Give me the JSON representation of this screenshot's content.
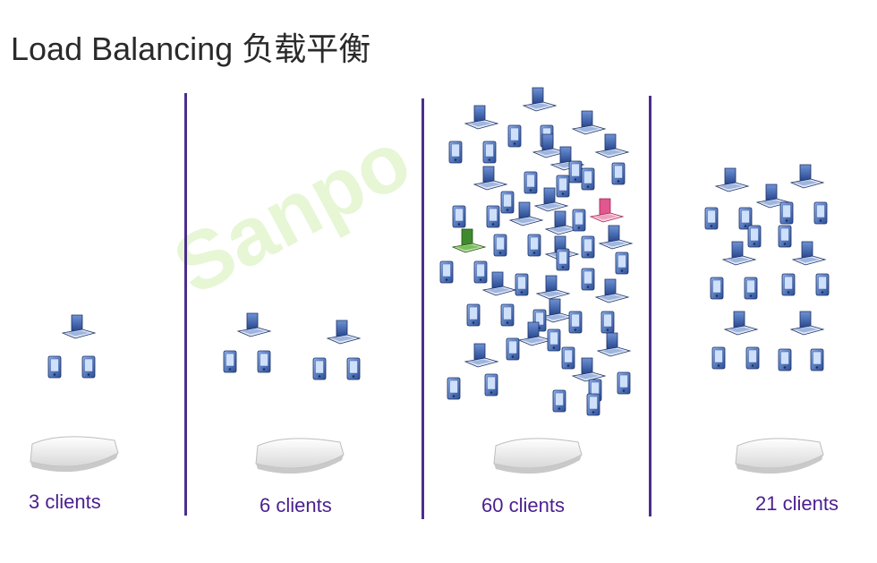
{
  "title": "Load Balancing 负载平衡",
  "watermark": "Sanpo",
  "colors": {
    "divider": "#4b2d8c",
    "label": "#4a1f8f",
    "device_blue": "#2b4f9a",
    "laptop_green": "#3b7a2a",
    "laptop_pink": "#d83a78",
    "ap_body": "#f4f4f4"
  },
  "groups": [
    {
      "label": "3 clients",
      "clients": 3
    },
    {
      "label": "6 clients",
      "clients": 6
    },
    {
      "label": "60 clients",
      "clients": 60
    },
    {
      "label": "21 clients",
      "clients": 21
    }
  ],
  "icons": {
    "access_point": "access-point-icon",
    "laptop": "laptop-icon",
    "phone": "phone-icon"
  }
}
